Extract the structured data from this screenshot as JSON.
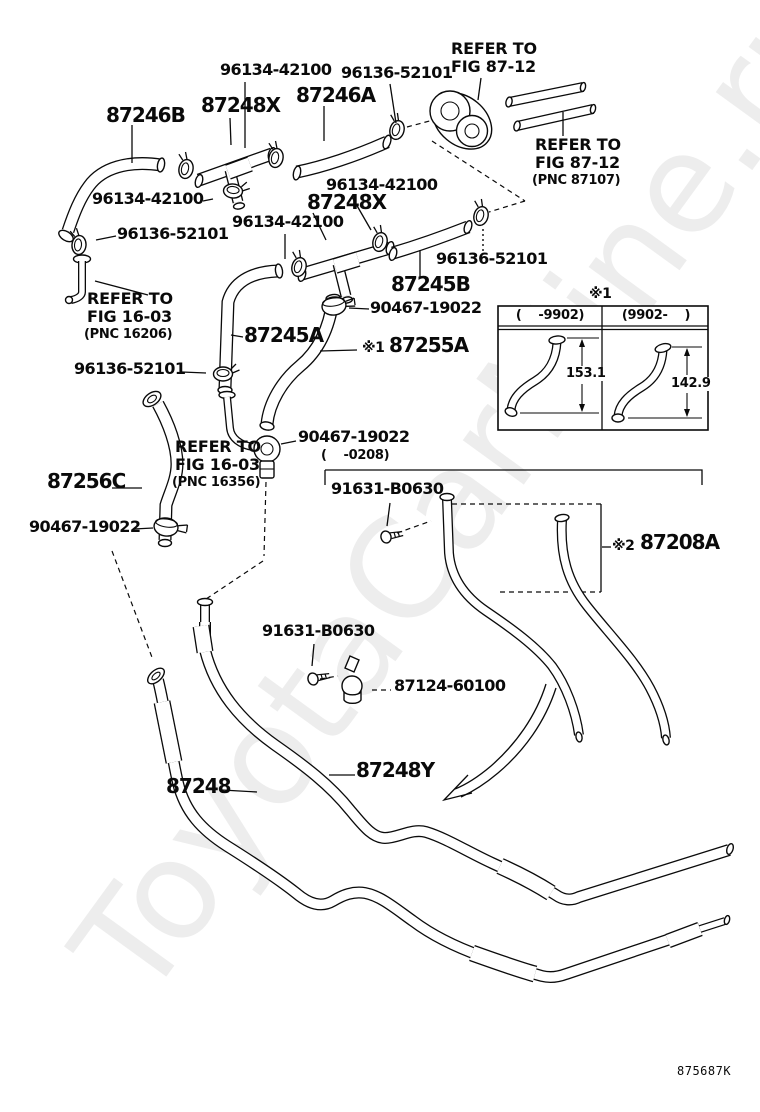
{
  "watermark": "ToyotaCarMine.ru",
  "doc_id": "875687K",
  "parts": {
    "p87246B": "87246B",
    "p87248X": "87248X",
    "p87246A": "87246A",
    "p87245B": "87245B",
    "p87245A": "87245A",
    "p87255A": "87255A",
    "p87256C": "87256C",
    "p87208A": "87208A",
    "p87248Y": "87248Y",
    "p87248": "87248",
    "p87124": "87124-60100"
  },
  "numbers": {
    "n96134": "96134-42100",
    "n96136": "96136-52101",
    "n90467": "90467-19022",
    "n91631": "91631-B0630"
  },
  "refs": {
    "refer_to": "REFER TO",
    "fig8712": "FIG 87-12",
    "pnc87107": "(PNC 87107)",
    "fig1603": "FIG 16-03",
    "pnc16206": "(PNC 16206)",
    "pnc16356": "(PNC 16356)"
  },
  "marks": {
    "star1": "※1",
    "star2": "※2",
    "date0208": "(    -0208)"
  },
  "table": {
    "mark": "※1",
    "col_early": "(    -9902)",
    "col_late": "(9902-    )",
    "dim_early": "153.1",
    "dim_late": "142.9"
  }
}
